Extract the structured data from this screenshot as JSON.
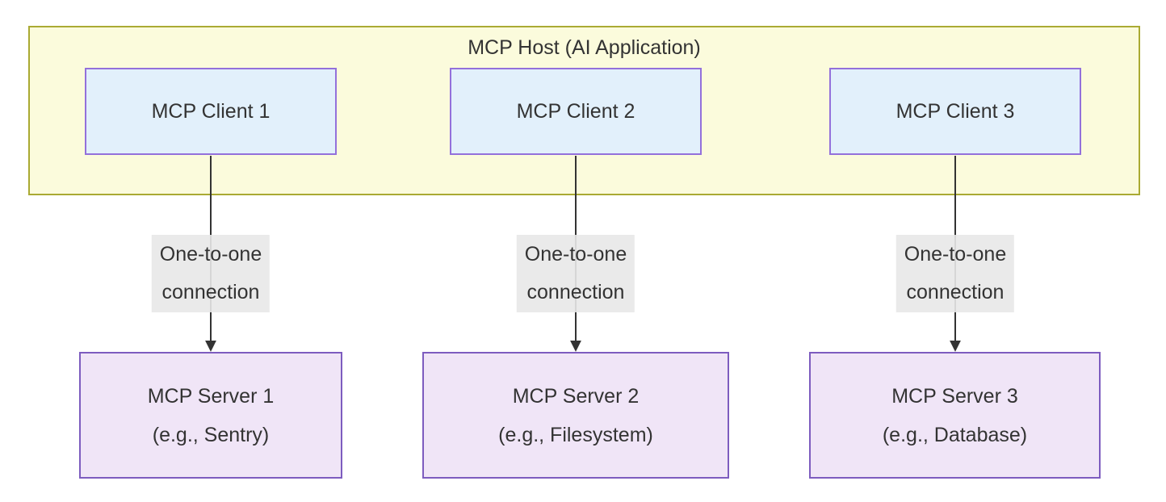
{
  "host": {
    "title": "MCP Host (AI Application)"
  },
  "clients": [
    {
      "label": "MCP Client 1"
    },
    {
      "label": "MCP Client 2"
    },
    {
      "label": "MCP Client 3"
    }
  ],
  "connections": [
    {
      "label_line1": "One-to-one",
      "label_line2": "connection"
    },
    {
      "label_line1": "One-to-one",
      "label_line2": "connection"
    },
    {
      "label_line1": "One-to-one",
      "label_line2": "connection"
    }
  ],
  "servers": [
    {
      "name": "MCP Server 1",
      "example": "(e.g., Sentry)"
    },
    {
      "name": "MCP Server 2",
      "example": "(e.g., Filesystem)"
    },
    {
      "name": "MCP Server 3",
      "example": "(e.g., Database)"
    }
  ],
  "colors": {
    "host_fill": "#fbfbdc",
    "host_border": "#aaaa33",
    "client_fill": "#e2f0fb",
    "client_border": "#9370db",
    "server_fill": "#f0e5f7",
    "server_border": "#7d5cbf",
    "label_bg": "#e8e8e8",
    "text": "#333333",
    "arrow": "#333333"
  }
}
